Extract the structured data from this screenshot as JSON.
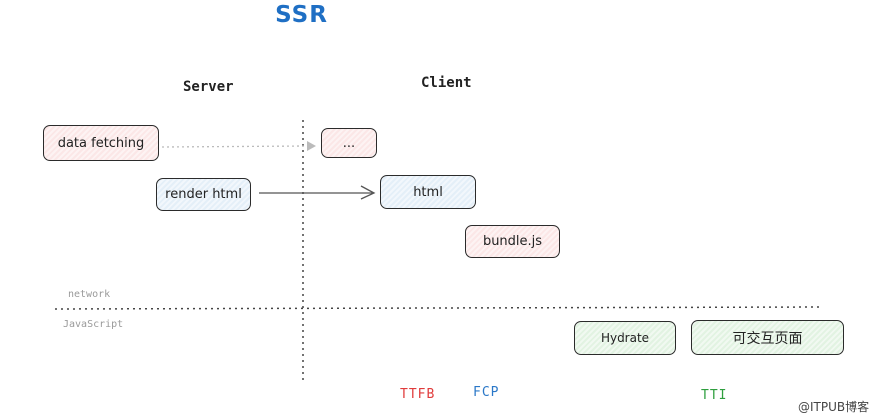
{
  "title": "SSR",
  "columns": {
    "server": "Server",
    "client": "Client"
  },
  "boxes": {
    "data_fetching": "data fetching",
    "placeholder": "...",
    "render_html": "render html",
    "html": "html",
    "bundle_js": "bundle.js",
    "hydrate": "Hydrate",
    "interactive_page": "可交互页面"
  },
  "lanes": {
    "network": "network",
    "javascript": "JavaScript"
  },
  "metrics": {
    "ttfb": "TTFB",
    "fcp": "FCP",
    "tti": "TTI"
  },
  "colors": {
    "title": "#1f6fc4",
    "ttfb": "#e03b3b",
    "fcp": "#2b78c8",
    "tti": "#2e9e3e",
    "pink_fill": "#fbe7e7",
    "blue_fill": "#e4eff8",
    "green_fill": "#e2f3e2"
  },
  "watermark": "@ITPUB博客"
}
